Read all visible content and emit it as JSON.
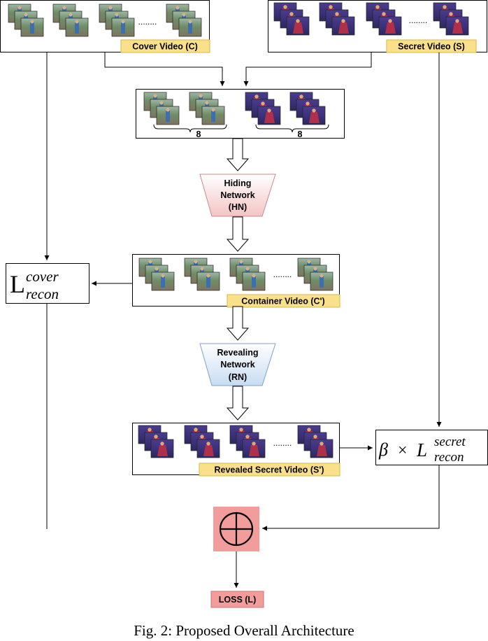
{
  "cover_video": {
    "label": "Cover Video (C)",
    "ellipsis": "........"
  },
  "secret_video": {
    "label": "Secret Video (S)",
    "ellipsis": "........"
  },
  "concat": {
    "left_count": "8",
    "right_count": "8"
  },
  "hiding_network": {
    "line1": "Hiding",
    "line2": "Network",
    "line3": "(HN)"
  },
  "container_video": {
    "label": "Container Video (C')",
    "ellipsis": "........"
  },
  "revealing_network": {
    "line1": "Revealing",
    "line2": "Network",
    "line3": "(RN)"
  },
  "revealed_video": {
    "label": "Revealed Secret Video (S')",
    "ellipsis": "........"
  },
  "loss_cover": {
    "base": "L",
    "sup": "cover",
    "sub": "recon"
  },
  "loss_secret": {
    "beta": "β",
    "times": "×",
    "base": "L",
    "sup": "secret",
    "sub": "recon"
  },
  "sum_node": {
    "symbol": "+"
  },
  "loss_total": {
    "label": "LOSS (L)"
  },
  "caption": {
    "text": "Fig. 2: Proposed Overall Architecture"
  },
  "colors": {
    "label_bg": "#fbe08a",
    "label_border": "#d6b64a",
    "hiding_fill": "#f7d3d3",
    "revealing_fill": "#d4e3f4",
    "sum_fill": "#f29c9c",
    "loss_fill": "#f29c9c",
    "cover_frame": "#6b8a5a",
    "secret_frame": "#3a2a7a"
  }
}
